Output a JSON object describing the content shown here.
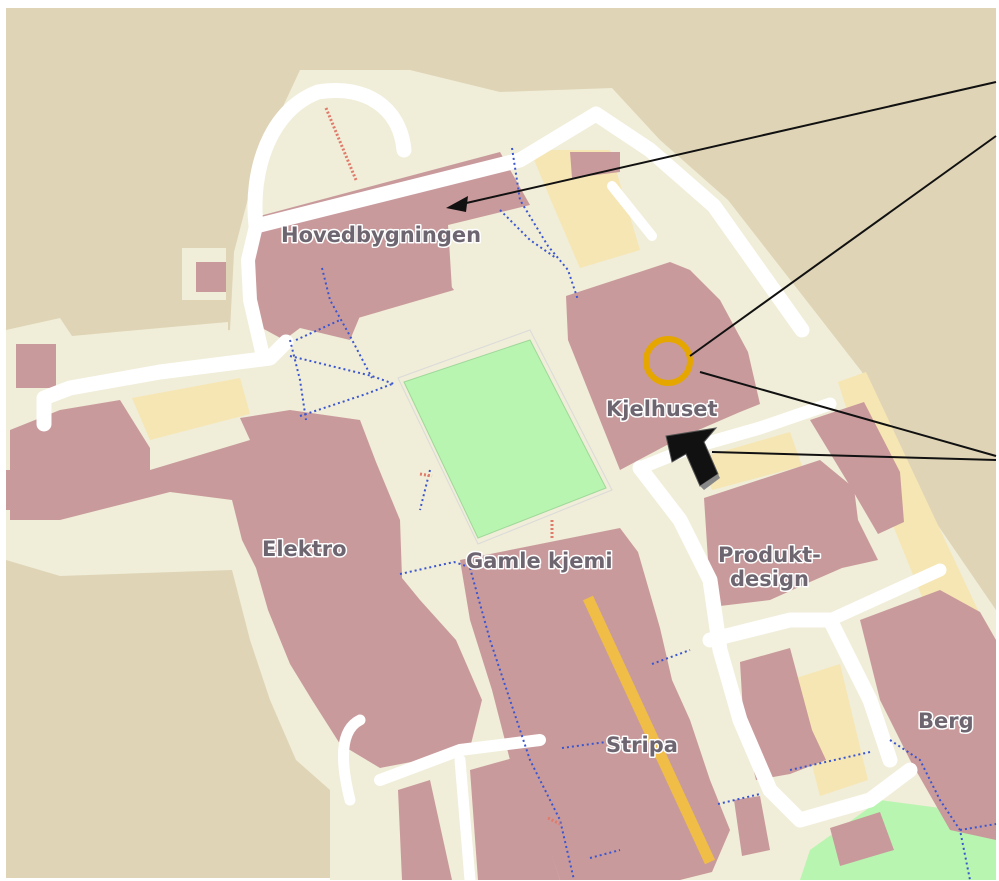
{
  "map": {
    "labels": {
      "hovedbygningen": "Hovedbygningen",
      "kjelhuset": "Kjelhuset",
      "elektro": "Elektro",
      "gamle_kjemi": "Gamle kjemi",
      "produkt_line1": "Produkt-",
      "produkt_line2": "design",
      "stripa": "Stripa",
      "berg": "Berg"
    },
    "colors": {
      "background": "#dfd4b6",
      "campus_area": "#f0edd8",
      "building": "#c99a9c",
      "road": "#ffffff",
      "park": "#b8f5b0",
      "parking": "#f6e6b3",
      "footpath": "#3a55d0",
      "steps": "#e07a6a",
      "highlight_strip": "#f0be46",
      "marker_ring": "#e5a600",
      "annotation_line": "#111111"
    },
    "icons": [
      "ring-marker-icon",
      "arrow-icon"
    ]
  }
}
